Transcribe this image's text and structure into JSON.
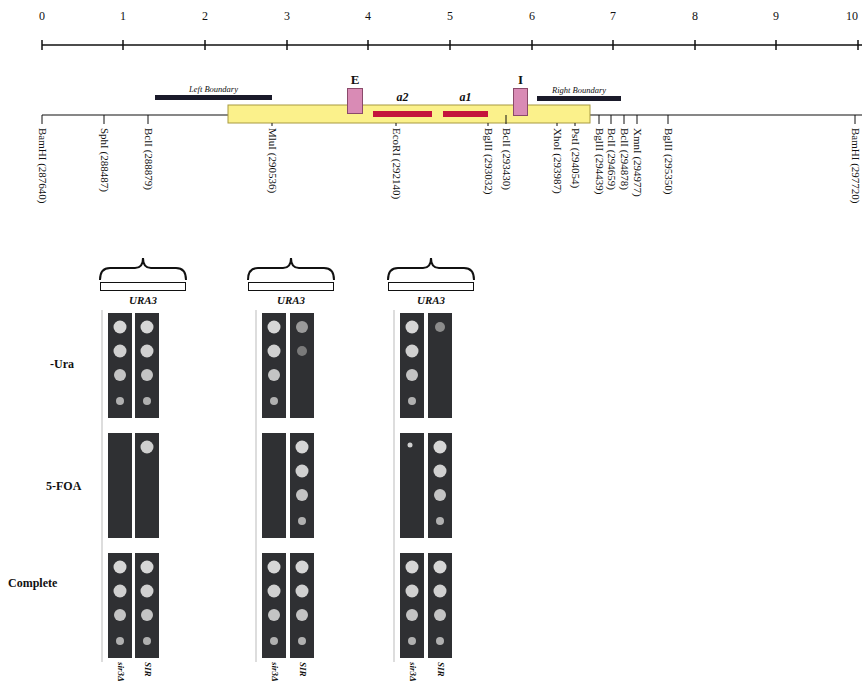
{
  "diagram": {
    "nodes": [
      {
        "text": [
          "Left Boundary"
        ]
      },
      {
        "text": [
          "E"
        ]
      },
      {
        "text": [
          "a2"
        ]
      },
      {
        "text": [
          "a1"
        ]
      },
      {
        "text": [
          "I"
        ]
      },
      {
        "text": [
          "Right Boundary"
        ]
      },
      {
        "text": [
          "URA3"
        ]
      },
      {
        "text": [
          "URA3"
        ]
      },
      {
        "text": [
          "URA3"
        ]
      }
    ],
    "labels": [
      "0",
      "1",
      "2",
      "3",
      "4",
      "5",
      "6",
      "7",
      "8",
      "9",
      "10",
      "BamHI (287640)",
      "SphI (288487)",
      "BclI (288879)",
      "MluI (290536)",
      "EcoRI (292140)",
      "BglII (293032)",
      "BclI (293430)",
      "XhoI (293987)",
      "PstI (294054)",
      "BglII (294439)",
      "BclI (294659)",
      "BclI (294878)",
      "XmnI (294977)",
      "BglII (295350)",
      "BamHI (297720)",
      "-Ura",
      "5-FOA",
      "Complete",
      "sir3Δ",
      "SIR",
      "sir3Δ",
      "SIR",
      "sir3Δ",
      "SIR"
    ]
  }
}
